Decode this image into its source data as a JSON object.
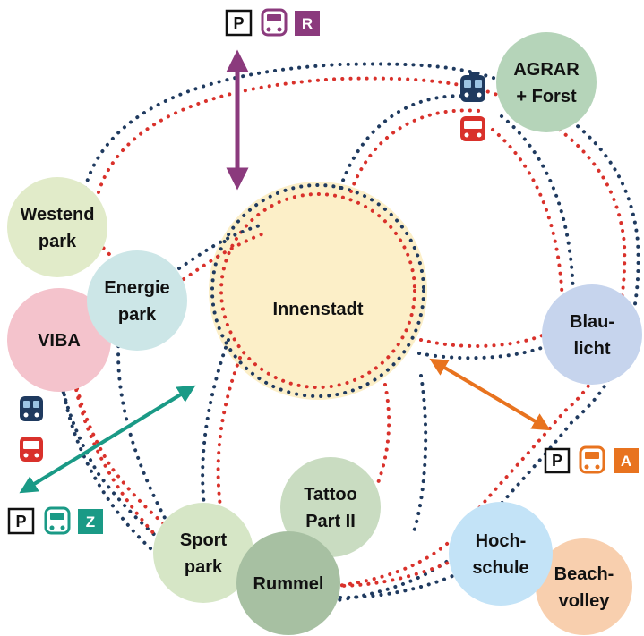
{
  "colors": {
    "blue_dots": "#1f3a5f",
    "red_dots": "#d9312b",
    "purple": "#8b3a7d",
    "teal": "#1a9a86",
    "orange": "#e8731f",
    "center_glow": "#fcefc8"
  },
  "nodes": {
    "innenstadt": {
      "lines": [
        "Innenstadt"
      ],
      "fill": "#fcefc8"
    },
    "agrar": {
      "lines": [
        "AGRAR",
        "+ Forst"
      ],
      "fill": "#b5d4b9"
    },
    "westend": {
      "lines": [
        "Westend",
        "park"
      ],
      "fill": "#e1ebc9"
    },
    "viba": {
      "lines": [
        "VIBA"
      ],
      "fill": "#f4c3cc"
    },
    "energie": {
      "lines": [
        "Energie",
        "park"
      ],
      "fill": "#cce6e7"
    },
    "blaulicht": {
      "lines": [
        "Blau-",
        "licht"
      ],
      "fill": "#c6d4ed"
    },
    "tattoo": {
      "lines": [
        "Tattoo",
        "Part II"
      ],
      "fill": "#c9dcc1"
    },
    "sportpark": {
      "lines": [
        "Sport",
        "park"
      ],
      "fill": "#d6e6c6"
    },
    "rummel": {
      "lines": [
        "Rummel"
      ],
      "fill": "#a7c0a2"
    },
    "hochschule": {
      "lines": [
        "Hoch-",
        "schule"
      ],
      "fill": "#c3e3f7"
    },
    "beach": {
      "lines": [
        "Beach-",
        "volley"
      ],
      "fill": "#f8cfae"
    }
  },
  "legends": {
    "top": {
      "parking": "P",
      "letter": "R",
      "bus_icon": "bus-icon",
      "color": "#8b3a7d"
    },
    "right": {
      "parking": "P",
      "letter": "A",
      "bus_icon": "bus-icon",
      "color": "#e8731f"
    },
    "left": {
      "parking": "P",
      "letter": "Z",
      "bus_icon": "bus-icon",
      "color": "#1a9a86"
    }
  },
  "transit_icons": {
    "tram_icon": "tram-icon",
    "bus_icon": "bus-icon"
  }
}
